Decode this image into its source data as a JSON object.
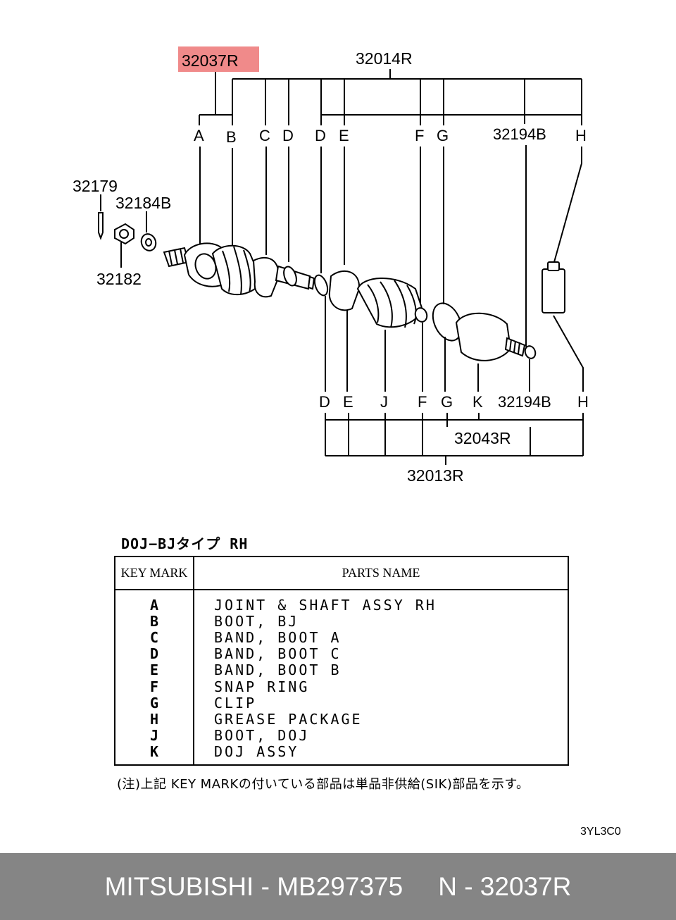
{
  "diagram": {
    "highlighted_part": "32037R",
    "assembly_top": "32014R",
    "top_keys": [
      "A",
      "B",
      "C",
      "D",
      "D",
      "E",
      "F",
      "G",
      "32194B",
      "H"
    ],
    "left_parts": [
      "32179",
      "32184B",
      "32182"
    ],
    "bottom_keys": [
      "D",
      "E",
      "J",
      "F",
      "G",
      "K",
      "32194B",
      "H"
    ],
    "assembly_mid": "32043R",
    "assembly_bottom": "32013R",
    "highlight_color": "#f08a8a"
  },
  "table": {
    "title": "DOJ−BJタイプ RH",
    "header_key": "KEY MARK",
    "header_name": "PARTS NAME",
    "rows": [
      {
        "key": "A",
        "name": "JOINT & SHAFT ASSY RH"
      },
      {
        "key": "B",
        "name": "BOOT, BJ"
      },
      {
        "key": "C",
        "name": "BAND, BOOT A"
      },
      {
        "key": "D",
        "name": "BAND, BOOT C"
      },
      {
        "key": "E",
        "name": "BAND, BOOT B"
      },
      {
        "key": "F",
        "name": "SNAP RING"
      },
      {
        "key": "G",
        "name": "CLIP"
      },
      {
        "key": "H",
        "name": "GREASE PACKAGE"
      },
      {
        "key": "J",
        "name": "BOOT, DOJ"
      },
      {
        "key": "K",
        "name": "DOJ ASSY"
      }
    ]
  },
  "note": "(注)上記 KEY MARKの付いている部品は単品非供給(SIK)部品を示す。",
  "drawing_code": "3YL3C0",
  "footer": {
    "brand_part": "MITSUBISHI - MB297375",
    "ref": "N - 32037R"
  }
}
